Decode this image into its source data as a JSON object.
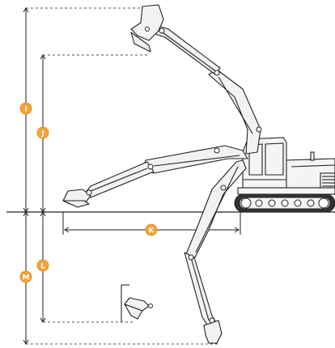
{
  "labels": {
    "I": "I",
    "J": "J",
    "K": "K",
    "L": "L",
    "M": "M"
  },
  "colors": {
    "label_fill": "#f4a23c",
    "line": "#222222",
    "machine_fill": "#f4f4f4"
  }
}
